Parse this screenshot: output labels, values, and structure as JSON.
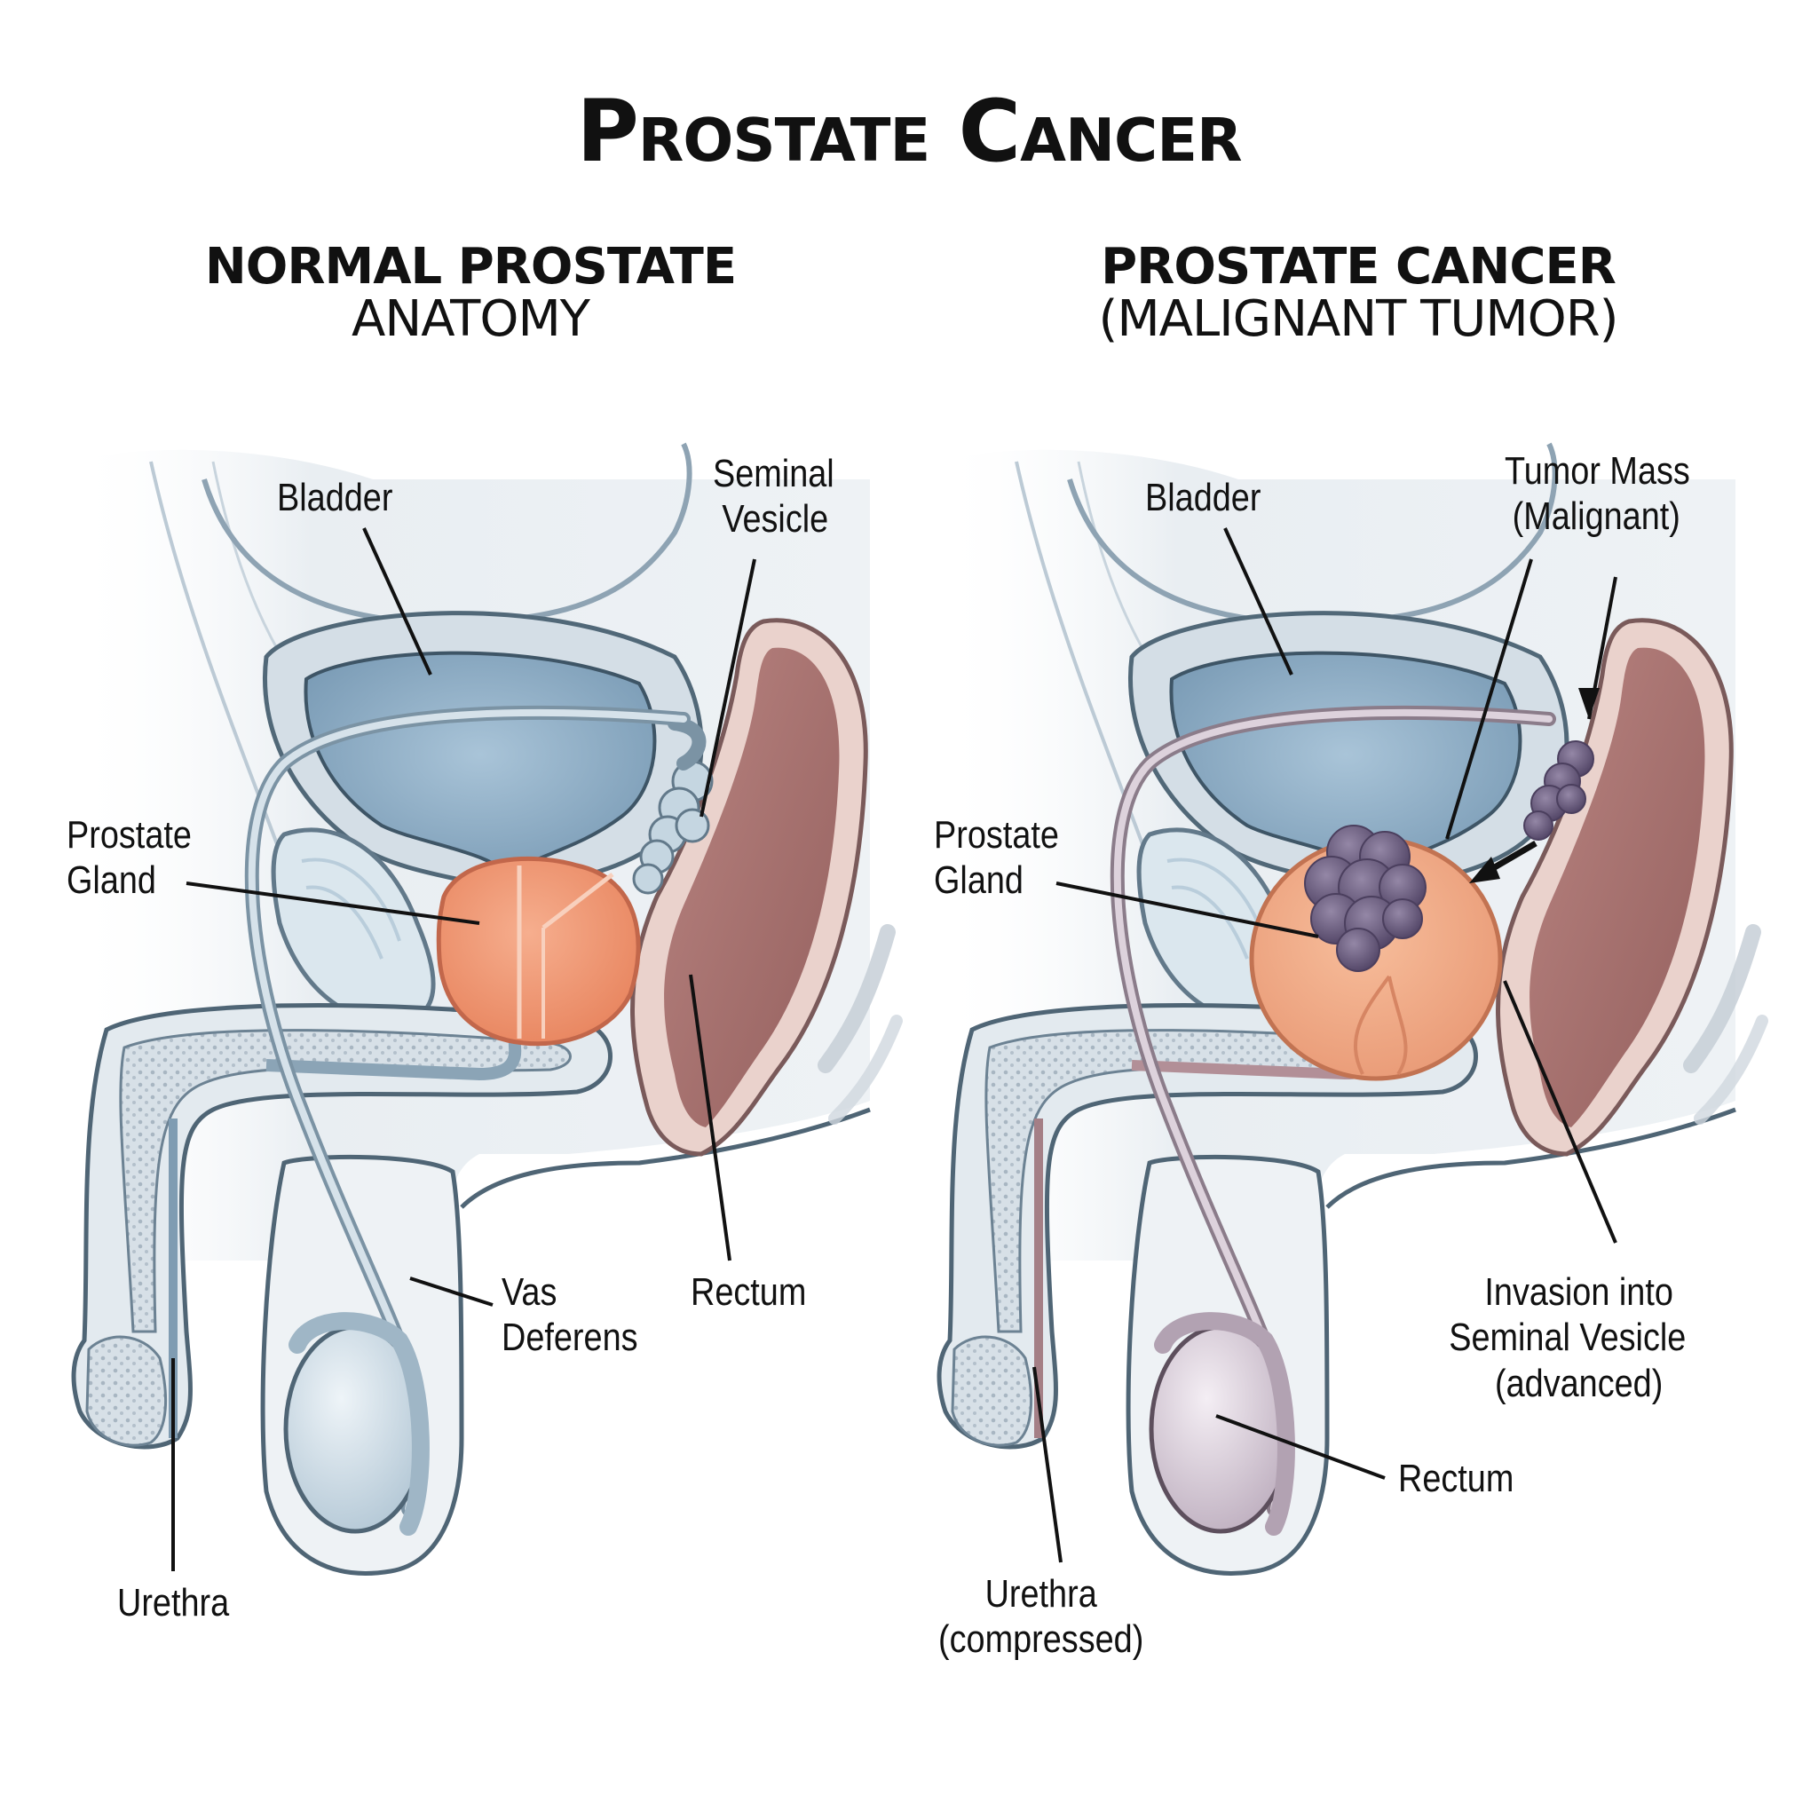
{
  "title": "Prostate Cancer",
  "panels": {
    "left": {
      "heading_line1": "NORMAL PROSTATE",
      "heading_line2": "ANATOMY",
      "labels": {
        "bladder": "Bladder",
        "seminal_vesicle_1": "Seminal",
        "seminal_vesicle_2": "Vesicle",
        "prostate_1": "Prostate",
        "prostate_2": "Gland",
        "vas_1": "Vas",
        "vas_2": "Deferens",
        "rectum": "Rectum",
        "urethra": "Urethra"
      }
    },
    "right": {
      "heading_line1": "PROSTATE CANCER",
      "heading_line2": "(MALIGNANT TUMOR)",
      "labels": {
        "bladder": "Bladder",
        "tumor_1": "Tumor Mass",
        "tumor_2": "(Malignant)",
        "prostate_1": "Prostate",
        "prostate_2": "Gland",
        "invasion_1": "Invasion into",
        "invasion_2": "Seminal Vesicle",
        "invasion_3": "(advanced)",
        "rectum": "Rectum",
        "urethra_1": "Urethra",
        "urethra_2": "(compressed)"
      }
    }
  },
  "colors": {
    "bladder": "#8fb0c8",
    "tissue_blue": "#dfe8ee",
    "outline": "#4f6575",
    "prostate_normal": "#f09a78",
    "prostate_cancer": "#f2ac86",
    "tumor": "#6e6283",
    "rectum": "#a7716f",
    "rectum_wall": "#e8c9c4"
  }
}
